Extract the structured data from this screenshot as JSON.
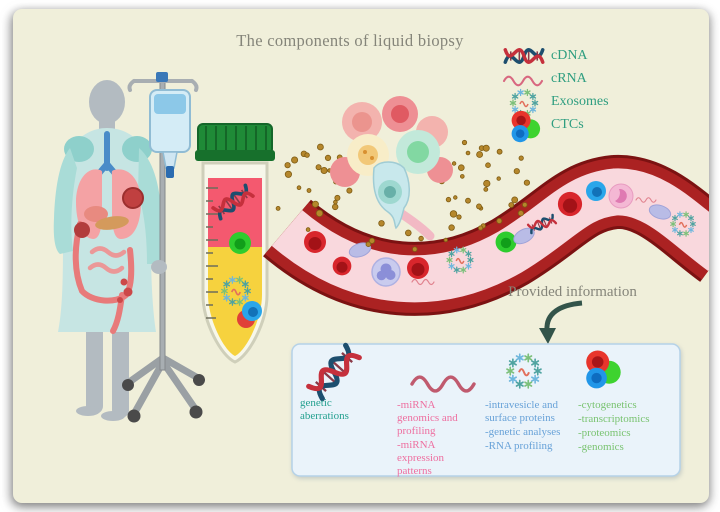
{
  "title": "The components of liquid biopsy",
  "legend": {
    "text_color": "#2f9e80",
    "items": [
      {
        "label": "cDNA",
        "icon": "dna-icon"
      },
      {
        "label": "cRNA",
        "icon": "rna-wave-icon"
      },
      {
        "label": "Exosomes",
        "icon": "exosome-icon"
      },
      {
        "label": "CTCs",
        "icon": "ctc-cluster-icon"
      }
    ]
  },
  "provided_information": {
    "label": "Provided information"
  },
  "info_box": {
    "columns": [
      {
        "icon": "dna-icon",
        "color": "#23a08f",
        "lines": [
          "genetic aberrations"
        ]
      },
      {
        "icon": "rna-wave-icon",
        "color": "#ee6fa0",
        "lines": [
          "-miRNA genomics and profiling",
          "-miRNA expression patterns"
        ]
      },
      {
        "icon": "exosome-icon",
        "color": "#68a2d8",
        "lines": [
          "-intravesicle and surface proteins",
          "-genetic analyses",
          "-RNA profiling"
        ]
      },
      {
        "icon": "ctc-cluster-icon",
        "color": "#79c370",
        "lines": [
          "-cytogenetics",
          "-transcriptomics",
          "-proteomics",
          "-genomics"
        ]
      }
    ]
  },
  "scene": {
    "elements": [
      "patient-figure",
      "iv-stand",
      "centrifuge-tube",
      "tumor-cell-cluster",
      "blood-vessel",
      "info-box"
    ],
    "colors": {
      "canvas_background": "#f0efda",
      "muted_text": "#85857a",
      "legend_text": "#2f9e80",
      "vessel_wall": "#a02020",
      "vessel_lumen": "#f9d8dd",
      "tube_cap_green": "#1f8a37",
      "tube_plasma_pink": "#f4596f",
      "tube_serum_yellow": "#f6d23e",
      "dna_red": "#c5303c",
      "dna_blue": "#1d4e6e",
      "info_box_fill": "#eaf3fa",
      "info_box_border": "#b5d2e8"
    }
  }
}
